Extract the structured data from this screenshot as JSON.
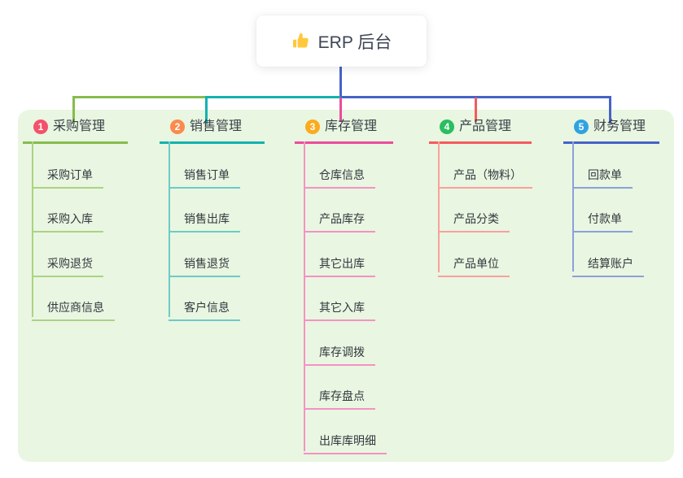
{
  "root": {
    "icon": "thumbs-up-icon",
    "icon_color": "#FFC83D",
    "label": "ERP 后台",
    "connector_color": "#4663C7"
  },
  "panel_bg": "#E9F6E1",
  "branches": [
    {
      "num": "1",
      "label": "采购管理",
      "badge_color": "#F4516C",
      "color": "#86BC4C",
      "light_color": "#ABD383",
      "children": [
        "采购订单",
        "采购入库",
        "采购退货",
        "供应商信息"
      ]
    },
    {
      "num": "2",
      "label": "销售管理",
      "badge_color": "#FC8A4D",
      "color": "#13B2AE",
      "light_color": "#6CCBC7",
      "children": [
        "销售订单",
        "销售出库",
        "销售退货",
        "客户信息"
      ]
    },
    {
      "num": "3",
      "label": "库存管理",
      "badge_color": "#FAAB1E",
      "color": "#EA4C9C",
      "light_color": "#F492C4",
      "children": [
        "仓库信息",
        "产品库存",
        "其它出库",
        "其它入库",
        "库存调拨",
        "库存盘点",
        "出库库明细"
      ]
    },
    {
      "num": "4",
      "label": "产品管理",
      "badge_color": "#2BBE60",
      "color": "#F45B5E",
      "light_color": "#F9A09E",
      "children": [
        "产品（物料）",
        "产品分类",
        "产品单位"
      ]
    },
    {
      "num": "5",
      "label": "财务管理",
      "badge_color": "#2FA3E2",
      "color": "#4663C7",
      "light_color": "#8CA0DB",
      "children": [
        "回款单",
        "付款单",
        "结算账户"
      ]
    }
  ]
}
